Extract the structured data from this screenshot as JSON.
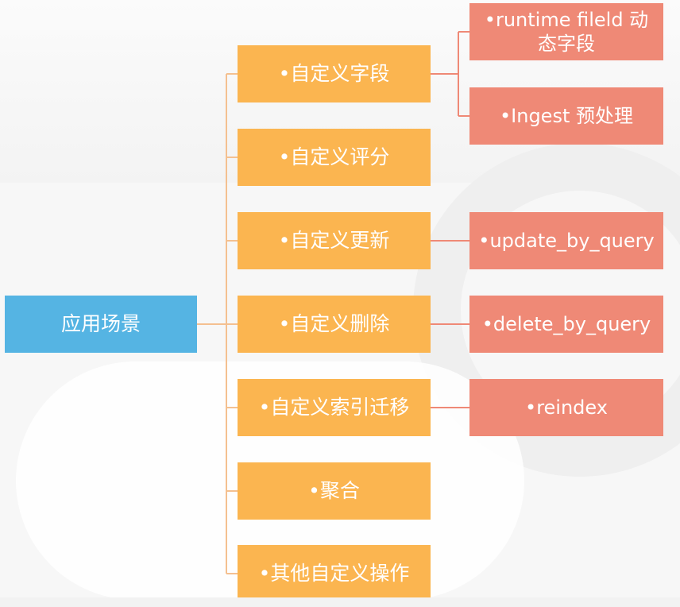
{
  "root": {
    "label": "应用场景"
  },
  "branches": [
    {
      "label": "•自定义字段",
      "children": [
        "•runtime fileld 动态字段",
        "•Ingest 预处理"
      ]
    },
    {
      "label": "•自定义评分",
      "children": []
    },
    {
      "label": "•自定义更新",
      "children": [
        "•update_by_query"
      ]
    },
    {
      "label": "•自定义删除",
      "children": [
        "•delete_by_query"
      ]
    },
    {
      "label": "•自定义索引迁移",
      "children": [
        "•reindex"
      ]
    },
    {
      "label": "•聚合",
      "children": []
    },
    {
      "label": "•其他自定义操作",
      "children": []
    }
  ],
  "colors": {
    "root": "#55b4e3",
    "branch": "#fbb550",
    "leaf": "#ef8976",
    "connector": "#f4c090"
  }
}
